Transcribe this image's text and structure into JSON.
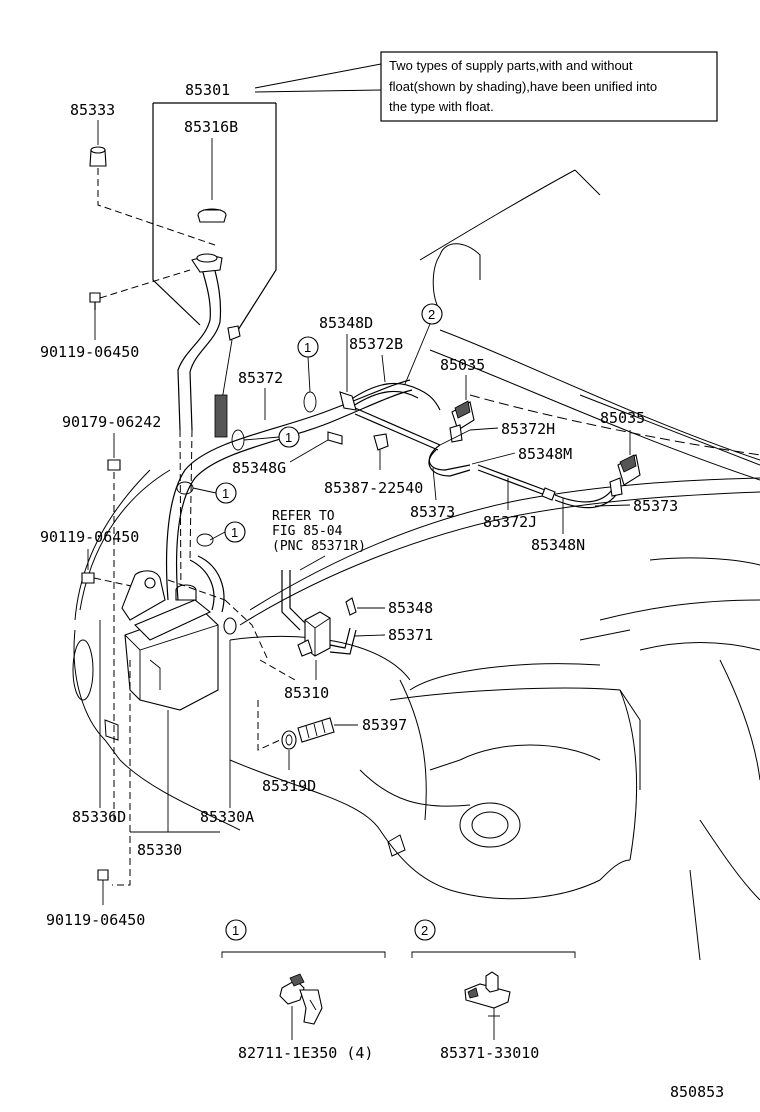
{
  "note": {
    "line1": "Two types of supply parts,with and without",
    "line2": "float(shown by shading),have been unified into",
    "line3": "the type with float."
  },
  "parts": {
    "p85301": "85301",
    "p85333": "85333",
    "p85316B": "85316B",
    "p90119_a": "90119-06450",
    "p85348D": "85348D",
    "p85372B": "85372B",
    "p85035_a": "85035",
    "p85035_b": "85035",
    "p85372": "85372",
    "p90179": "90179-06242",
    "p85372H": "85372H",
    "p85348G": "85348G",
    "p85348M": "85348M",
    "p85387": "85387-22540",
    "p85373_a": "85373",
    "p85372J": "85372J",
    "p85373_b": "85373",
    "p90119_b": "90119-06450",
    "p85348N": "85348N",
    "p85348": "85348",
    "p85371": "85371",
    "p85310": "85310",
    "p85397": "85397",
    "p85319D": "85319D",
    "p85336D": "85336D",
    "p85330A": "85330A",
    "p85330": "85330",
    "p90119_c": "90119-06450",
    "p82711": "82711-1E350 (4)",
    "p85371_33010": "85371-33010"
  },
  "refer": {
    "line1": "REFER TO",
    "line2": "FIG 85-04",
    "line3": "(PNC 85371R)"
  },
  "callouts": {
    "c1": "1",
    "c2": "2"
  },
  "figure_number": "850853"
}
